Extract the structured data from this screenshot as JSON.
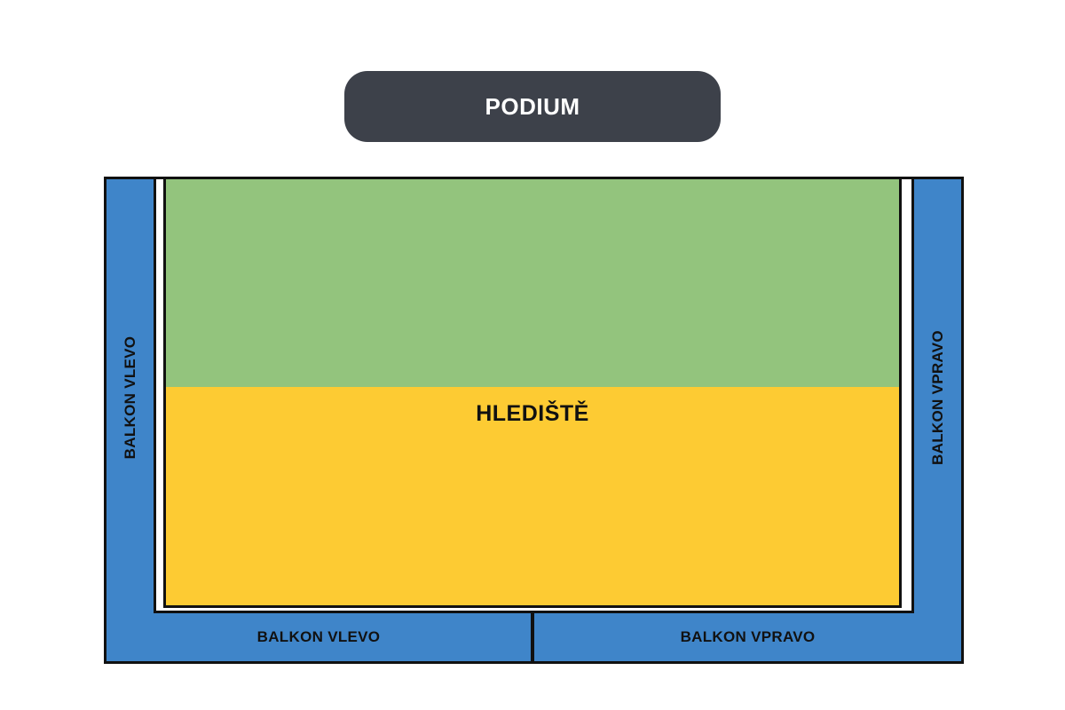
{
  "podium": {
    "label": "PODIUM",
    "color": "#3d414a"
  },
  "auditorium": {
    "label": "HLEDIŠTĚ",
    "zones": [
      {
        "color": "#93c47d"
      },
      {
        "color": "#fdcb33"
      }
    ]
  },
  "balconies": {
    "color": "#3f85c9",
    "left_side": {
      "label": "BALKON VLEVO"
    },
    "right_side": {
      "label": "BALKON VPRAVO"
    },
    "left_bottom": {
      "label": "BALKON VLEVO"
    },
    "right_bottom": {
      "label": "BALKON VPRAVO"
    }
  }
}
